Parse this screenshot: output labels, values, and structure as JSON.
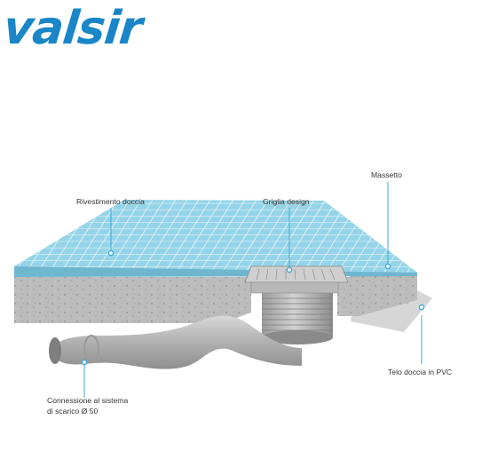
{
  "brand": {
    "logo_text": "valsir",
    "color": "#1a86c7"
  },
  "labels": {
    "massetto": "Massetto",
    "rivestimento": "Rivestimento doccia",
    "griglia": "Griglia design",
    "telo": "Telo doccia in PVC",
    "connessione_line1": "Connessione al sistema",
    "connessione_line2": "di scarico Ø 50"
  },
  "colors": {
    "leader": "#3fa8d8",
    "tile": "#8fd0e6",
    "grout": "#e9f6fb",
    "concrete": "#b9b9b9"
  }
}
